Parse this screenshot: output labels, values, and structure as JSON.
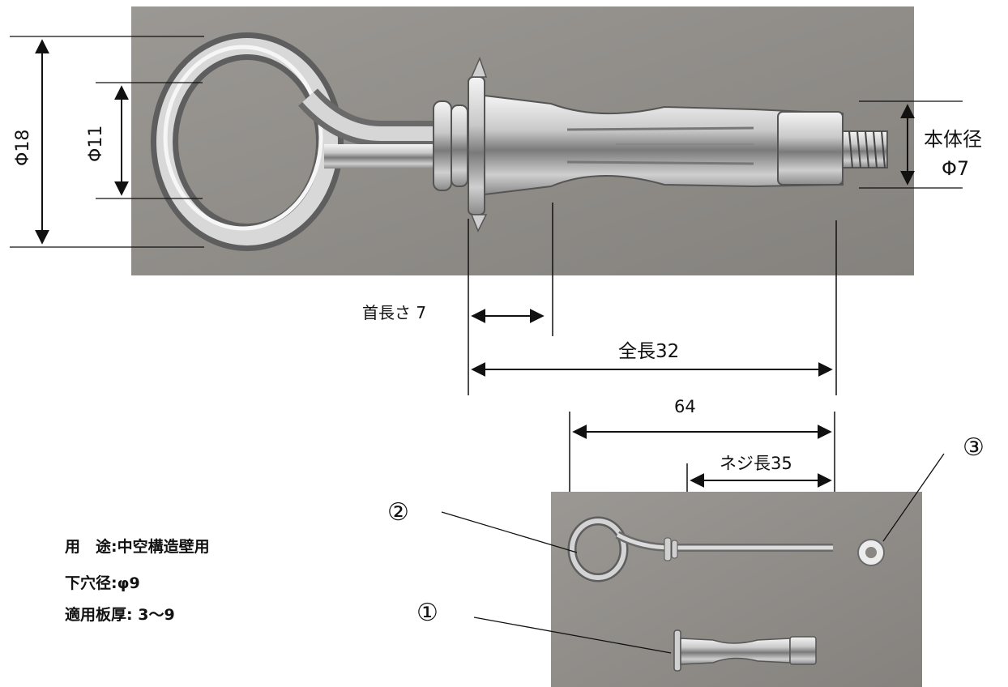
{
  "dimensions": {
    "ring_outer": "Φ18",
    "ring_inner": "Φ11",
    "body_diameter_label": "本体径",
    "body_diameter_value": "Φ7",
    "neck_length": "首長さ 7",
    "total_length": "全長32",
    "bolt_length": "64",
    "thread_length": "ネジ長35"
  },
  "parts": {
    "part1": "①",
    "part2": "②",
    "part3": "③"
  },
  "specs": {
    "usage_key": "用　途:",
    "usage_value": "中空構造壁用",
    "hole_key": "下穴径:",
    "hole_value": "φ9",
    "thickness_key": "適用板厚:",
    "thickness_value": " 3〜9"
  },
  "colors": {
    "photo_background": "#8f8c88",
    "metal_light": "#e6e6e6",
    "metal_dark": "#6e6e6e",
    "line": "#111111"
  }
}
